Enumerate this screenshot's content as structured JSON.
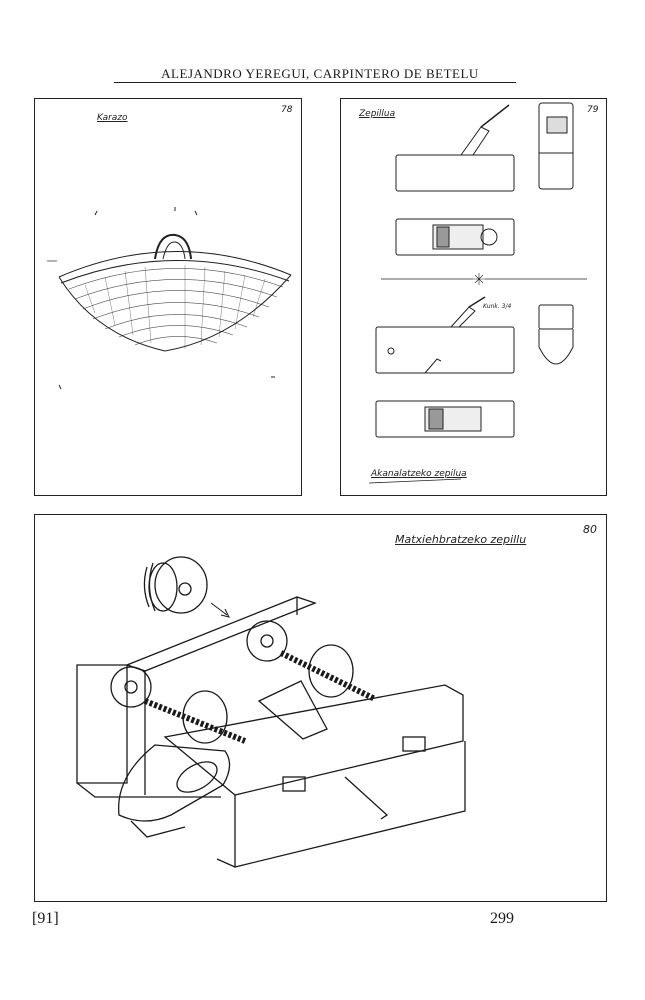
{
  "header": {
    "running_title": "ALEJANDRO YEREGUI, CARPINTERO DE BETELU"
  },
  "figures": [
    {
      "number": "78",
      "caption": "Karazo"
    },
    {
      "number": "79",
      "caption": "Zepillua",
      "bottom_caption": "Akanalatzeko zepilua",
      "annotation": "Kunk. 3/4"
    },
    {
      "number": "80",
      "caption": "Matxiehbratzeko zepillu"
    }
  ],
  "footer": {
    "left_marker": "[91]",
    "page_number": "299"
  },
  "colors": {
    "ink": "#1a1a1a",
    "paper": "#ffffff"
  }
}
